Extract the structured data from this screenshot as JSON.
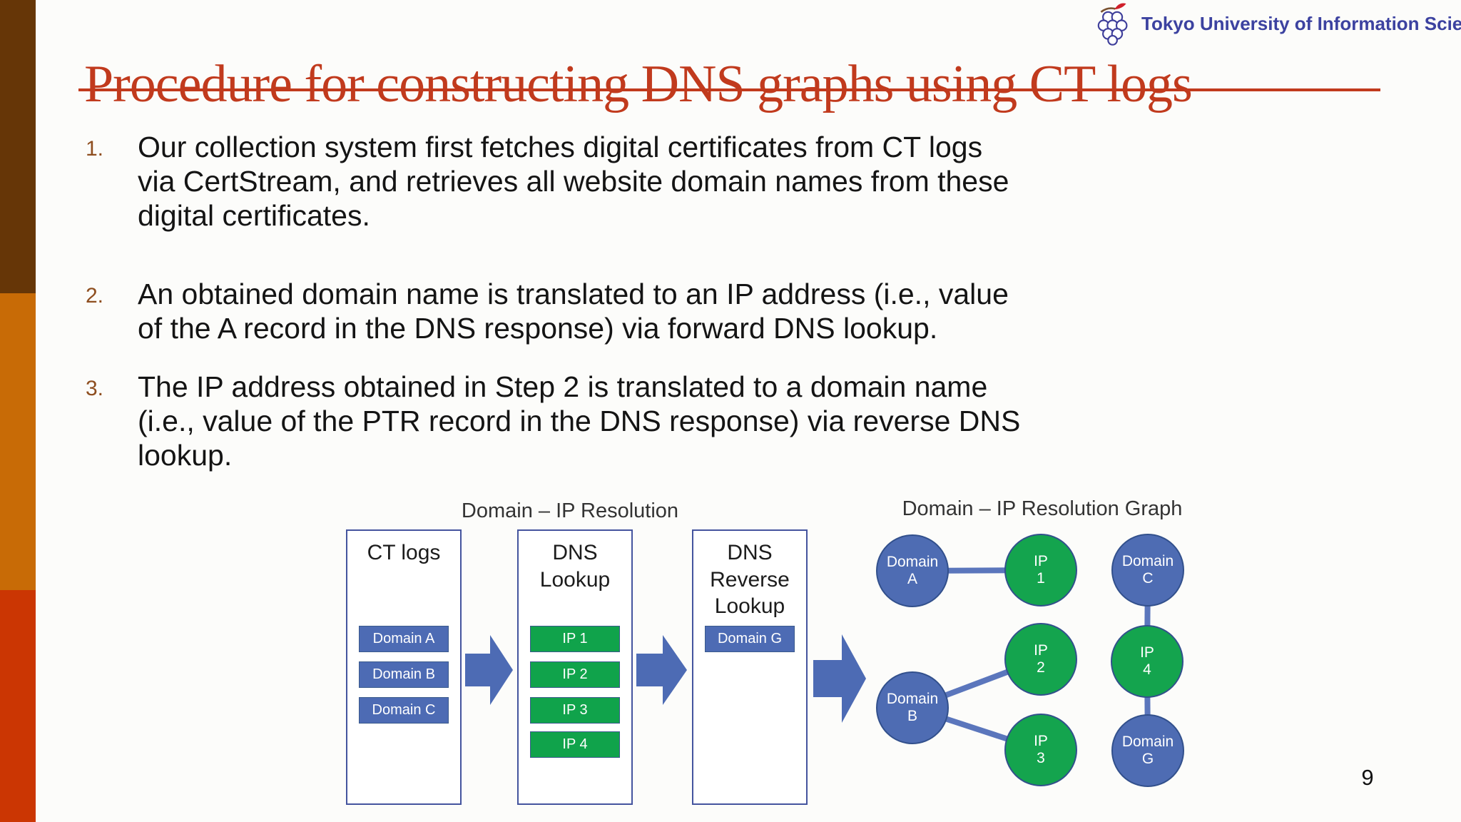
{
  "slide": {
    "title": "Procedure for constructing DNS graphs using CT logs",
    "page_number": "9"
  },
  "logo": {
    "text": "Tokyo University of Information Sciences"
  },
  "steps": [
    {
      "marker": "1.",
      "lines": [
        "Our collection system first fetches digital certificates from CT logs",
        "via CertStream, and retrieves all website domain names from these",
        "digital certificates."
      ]
    },
    {
      "marker": "2.",
      "lines": [
        "An obtained domain name is translated to an IP address (i.e., value",
        "of the A record in the DNS response) via forward DNS lookup."
      ]
    },
    {
      "marker": "3.",
      "lines": [
        "The IP address obtained in Step 2 is translated to a domain name",
        "(i.e., value of the PTR record in the DNS response) via reverse DNS",
        "lookup."
      ]
    }
  ],
  "diagram": {
    "left_title": "Domain – IP Resolution",
    "right_title": "Domain – IP Resolution Graph",
    "pipeline": {
      "ct_logs": {
        "header": "CT logs",
        "items": [
          "Domain A",
          "Domain B",
          "Domain C"
        ]
      },
      "dns_lookup": {
        "header": "DNS Lookup",
        "items": [
          "IP 1",
          "IP 2",
          "IP 3",
          "IP 4"
        ]
      },
      "dns_reverse_lookup": {
        "header": "DNS Reverse Lookup",
        "items": [
          "Domain G"
        ]
      }
    },
    "graph": {
      "nodes": [
        {
          "line1": "Domain",
          "line2": "A",
          "type": "domain"
        },
        {
          "line1": "IP",
          "line2": "1",
          "type": "ip"
        },
        {
          "line1": "Domain",
          "line2": "C",
          "type": "domain"
        },
        {
          "line1": "IP",
          "line2": "2",
          "type": "ip"
        },
        {
          "line1": "IP",
          "line2": "4",
          "type": "ip"
        },
        {
          "line1": "Domain",
          "line2": "B",
          "type": "domain"
        },
        {
          "line1": "IP",
          "line2": "3",
          "type": "ip"
        },
        {
          "line1": "Domain",
          "line2": "G",
          "type": "domain"
        }
      ],
      "edges": [
        "Domain A – IP 1",
        "Domain B – IP 2",
        "Domain B – IP 3",
        "Domain C – IP 4",
        "IP 4 – Domain G"
      ]
    }
  },
  "colors": {
    "title_red": "#c13a1d",
    "sidebar_brown": "#663607",
    "sidebar_orange": "#c86b06",
    "sidebar_red": "#cb3603",
    "node_blue": "#4e6cb3",
    "node_green": "#14a44e",
    "arrow_blue": "#4d6bb4",
    "edge_blue": "#5b76bc",
    "logo_blue": "#3c42a0"
  }
}
